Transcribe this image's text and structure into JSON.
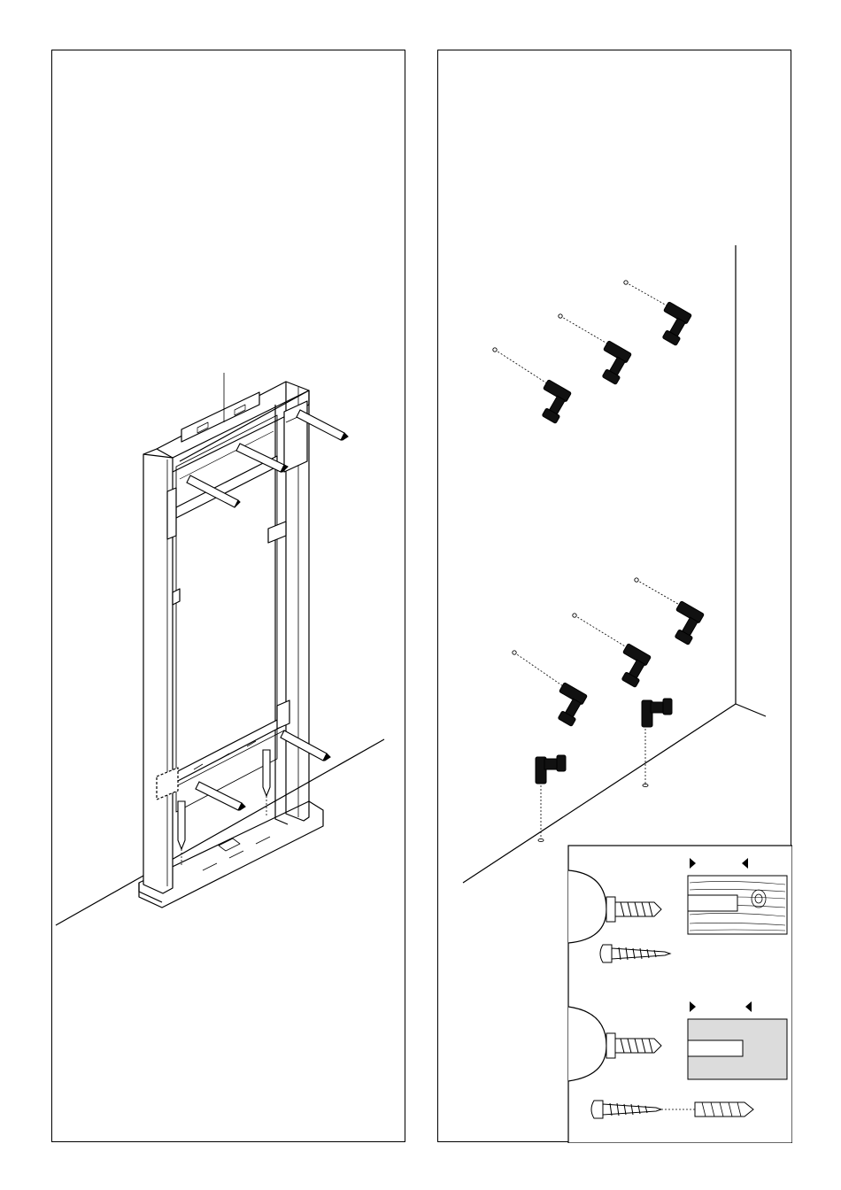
{
  "panels": [
    {
      "id": "left",
      "content": "frame-marking-illustration"
    },
    {
      "id": "right",
      "content": "wall-drilling-illustration"
    }
  ],
  "inset": {
    "rows": [
      {
        "material": "wood",
        "fixing": "screw"
      },
      {
        "material": "masonry",
        "fixing": "screw-and-wall-plug"
      }
    ]
  },
  "colors": {
    "ink": "#000000",
    "paper": "#ffffff",
    "drill": "#111111",
    "concrete": "#dcdcdc"
  }
}
